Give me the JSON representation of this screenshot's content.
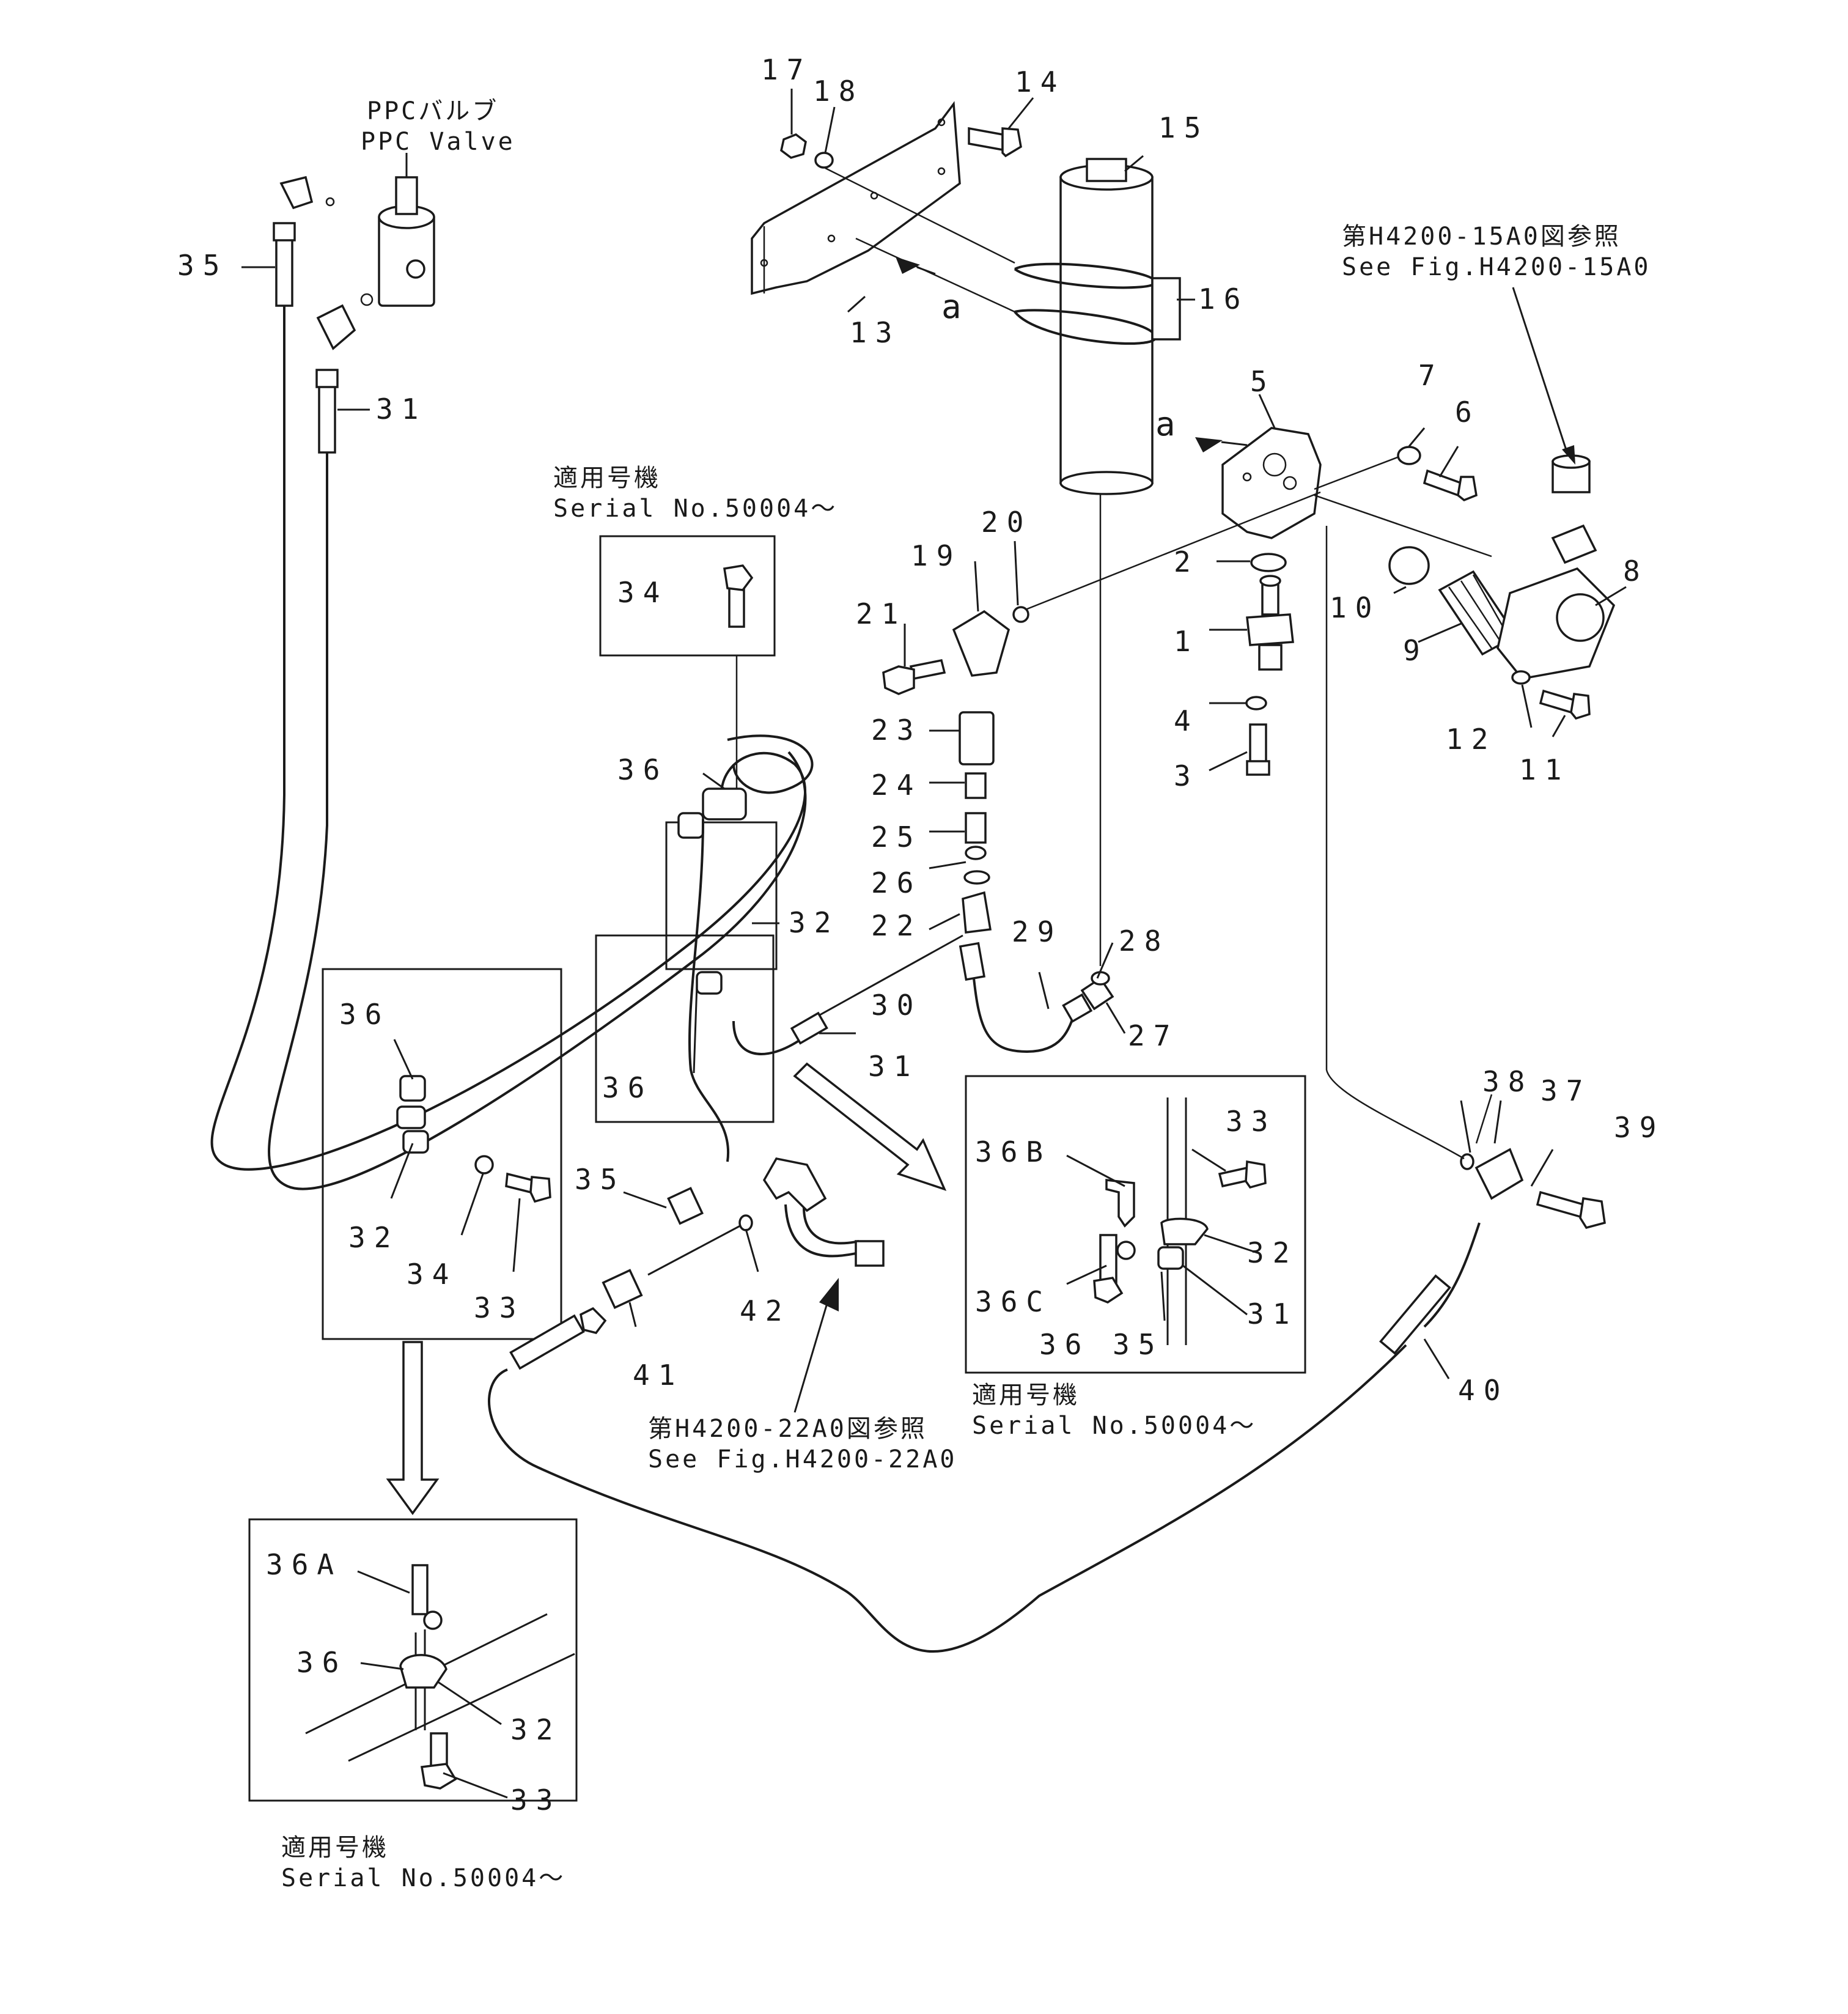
{
  "callouts": {
    "c1": "1",
    "c2": "2",
    "c3": "3",
    "c4": "4",
    "c5": "5",
    "c6": "6",
    "c7": "7",
    "c8": "8",
    "c9": "9",
    "c10": "10",
    "c11": "11",
    "c12": "12",
    "c13": "13",
    "c14": "14",
    "c15": "15",
    "c16": "16",
    "c17": "17",
    "c18": "18",
    "c19": "19",
    "c20": "20",
    "c21": "21",
    "c22": "22",
    "c23": "23",
    "c24": "24",
    "c25": "25",
    "c26": "26",
    "c27": "27",
    "c28": "28",
    "c29": "29",
    "c30": "30",
    "c31_top": "31",
    "c31_mid": "31",
    "c31_inset": "31",
    "c32_mid": "32",
    "c32_box1": "32",
    "c32_inset": "32",
    "c32_box3": "32",
    "c33_box1": "33",
    "c33_inset": "33",
    "c33_box3": "33",
    "c34_top": "34",
    "c34_box1": "34",
    "c35_top": "35",
    "c35_mid": "35",
    "c35_inset": "35",
    "c36_top": "36",
    "c36_mid": "36",
    "c36_box1": "36",
    "c36_inset": "36",
    "c36_box3": "36",
    "c36A": "36A",
    "c36B": "36B",
    "c36C": "36C",
    "c37": "37",
    "c38": "38",
    "c39": "39",
    "c40": "40",
    "c41": "41",
    "c42": "42",
    "a_top": "a",
    "a_mid": "a"
  },
  "labels": {
    "ppc_jp": "PPCバルブ",
    "ppc_en": "PPC Valve",
    "ref15_jp": "第H4200-15A0図参照",
    "ref15_en": "See Fig.H4200-15A0",
    "ref22_jp": "第H4200-22A0図参照",
    "ref22_en": "See Fig.H4200-22A0",
    "serial_jp_1": "適用号機",
    "serial_en_1": "Serial No.50004～",
    "serial_jp_2": "適用号機",
    "serial_en_2": "Serial No.50004～",
    "serial_jp_3": "適用号機",
    "serial_en_3": "Serial No.50004～"
  }
}
